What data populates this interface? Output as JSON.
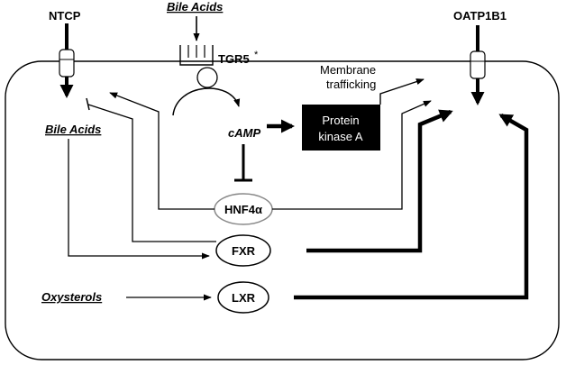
{
  "labels": {
    "ntcp": "NTCP",
    "bile_acids_top": "Bile Acids",
    "tgr5": "TGR5",
    "tgr5_star": "*",
    "oatp1b1": "OATP1B1",
    "membrane_line1": "Membrane",
    "membrane_line2": "trafficking",
    "bile_acids_inner": "Bile Acids",
    "camp": "cAMP",
    "pka_line1": "Protein",
    "pka_line2": "kinase A",
    "hnf4a": "HNF4α",
    "fxr": "FXR",
    "oxysterols": "Oxysterols",
    "lxr": "LXR"
  },
  "colors": {
    "stroke": "#000000",
    "pka_fill": "#000000",
    "hnf4a_border": "#888888",
    "background": "#ffffff"
  }
}
